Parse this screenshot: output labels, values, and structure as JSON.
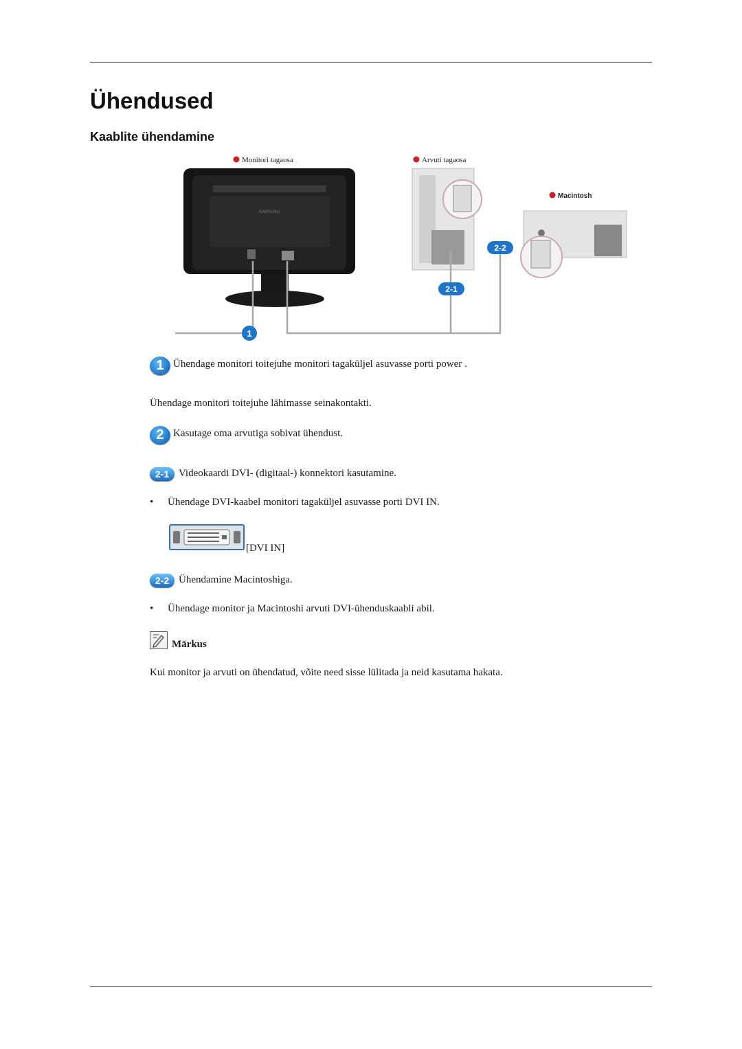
{
  "page": {
    "title": "Ühendused",
    "subtitle": "Kaablite ühendamine"
  },
  "diagram": {
    "monitor_label": "Monitori tagaosa",
    "computer_label": "Arvuti tagaosa",
    "mac_label": "Macintosh",
    "monitor_brand": "SAMSUNG",
    "callouts": [
      "1",
      "2-1",
      "2-2"
    ]
  },
  "instructions": {
    "step1_badge": "1",
    "step1_line1": "Ühendage monitori toitejuhe monitori tagaküljel asuvasse porti power .",
    "step1_line2": "Ühendage monitori toitejuhe lähimasse seinakontakti.",
    "step2_badge": "2",
    "step2_text": "Kasutage oma arvutiga sobivat ühendust.",
    "step21_badge": "2-1",
    "step21_text": "Videokaardi DVI- (digitaal-) konnektori kasutamine.",
    "step21_bullet": "Ühendage DVI-kaabel monitori tagaküljel asuvasse porti DVI IN.",
    "dvi_label": "[DVI IN]",
    "step22_badge": "2-2",
    "step22_text": "Ühendamine Macintoshiga.",
    "step22_bullet": "Ühendage monitor ja Macintoshi arvuti DVI-ühenduskaabli abil."
  },
  "note": {
    "label": "Märkus",
    "text": "Kui monitor ja arvuti on ühendatud, võite need sisse lülitada ja neid kasutama hakata."
  },
  "colors": {
    "badge_blue": "#1e74c7",
    "label_dot_red": "#c0262c",
    "cable_gray": "#a9a9a9"
  }
}
